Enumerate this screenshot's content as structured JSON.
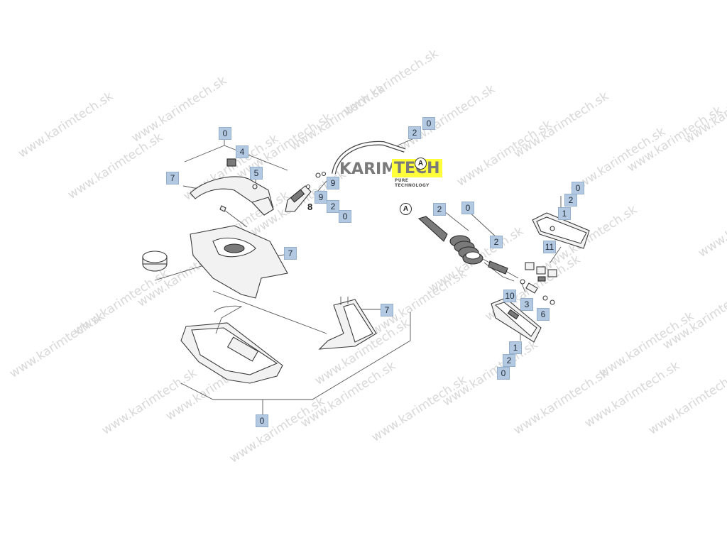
{
  "watermark": "www.karimtech.sk",
  "logo": {
    "brand_left": "KARIM",
    "brand_right": "TECH",
    "tagline": "PURE TECHNOLOGY",
    "colors": {
      "text": "#7a7a7a",
      "highlight": "#ffff3a"
    }
  },
  "callouts": {
    "top_left_0": "0",
    "switch_4": "4",
    "handle_7": "7",
    "screw_5": "5",
    "hose_top_2": "2",
    "hose_top_0": "0",
    "valve_9a": "9",
    "valve_9b": "9",
    "valve_2": "2",
    "valve_0": "0",
    "valve_8": "8",
    "housing_7": "7",
    "stand_7": "7",
    "bottom_0": "0",
    "coil_2": "2",
    "coil_0": "0",
    "coil_wire_2": "2",
    "cover_0": "0",
    "cover_2": "2",
    "cover_1": "1",
    "block_11": "11",
    "part_10": "10",
    "part_3": "3",
    "part_6": "6",
    "lower_1": "1",
    "lower_2": "2",
    "lower_0": "0",
    "marker_a_top": "A",
    "marker_a_mid": "A"
  },
  "colors": {
    "badge_fill": "#b3c9e1",
    "badge_border": "#93aecb",
    "watermark": "#d8d8d8"
  }
}
